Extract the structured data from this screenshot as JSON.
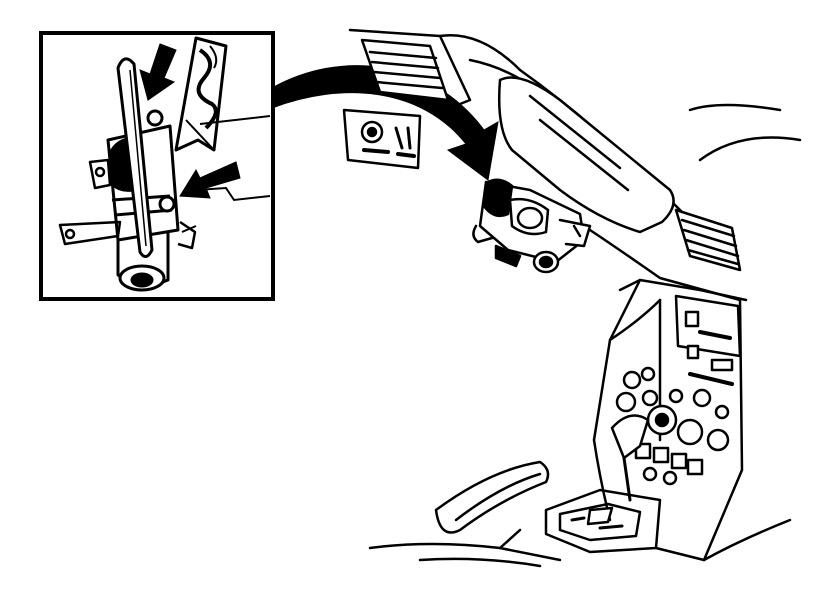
{
  "diagram": {
    "colors": {
      "ink": "#000000",
      "paper": "#ffffff"
    },
    "inset_view": {
      "subject": "ignition-lock-cylinder",
      "arrow_count": 2,
      "tool": "drill-bit"
    },
    "main_view": {
      "subject": "car-dashboard-interior",
      "highlighted_part": "steering-lock-assembly"
    },
    "connector_arrow": {
      "from": "inset_view",
      "to": "main_view"
    }
  }
}
